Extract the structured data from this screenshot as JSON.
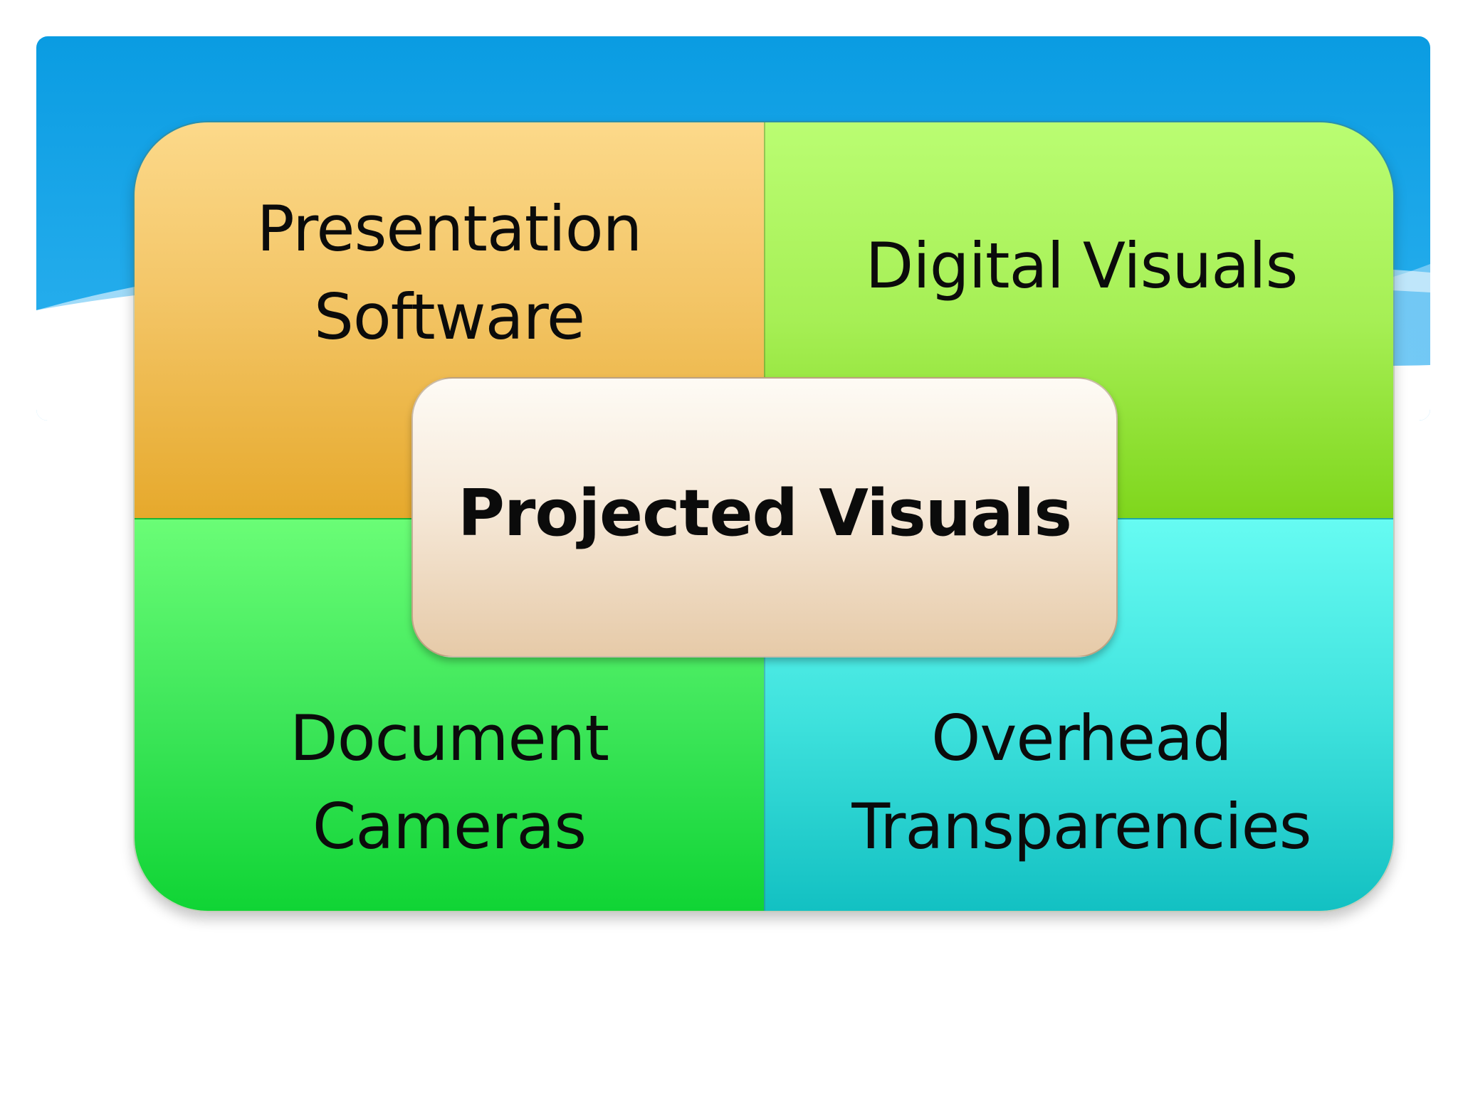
{
  "diagram": {
    "center_label": "Projected Visuals",
    "quadrants": {
      "top_left": {
        "label": "Presentation\nSoftware",
        "color": "#f3c566"
      },
      "top_right": {
        "label": "Digital Visuals",
        "color": "#a6ef55"
      },
      "bottom_left": {
        "label": "Document\nCameras",
        "color": "#3ee65a"
      },
      "bottom_right": {
        "label": "Overhead\nTransparencies",
        "color": "#3fe2dd"
      }
    },
    "center_color": "#f6e9d9"
  },
  "theme": {
    "header_blue_top": "#0a9ce2",
    "header_blue_bottom": "#2fb3f0",
    "wave_color": "#ffffff"
  }
}
